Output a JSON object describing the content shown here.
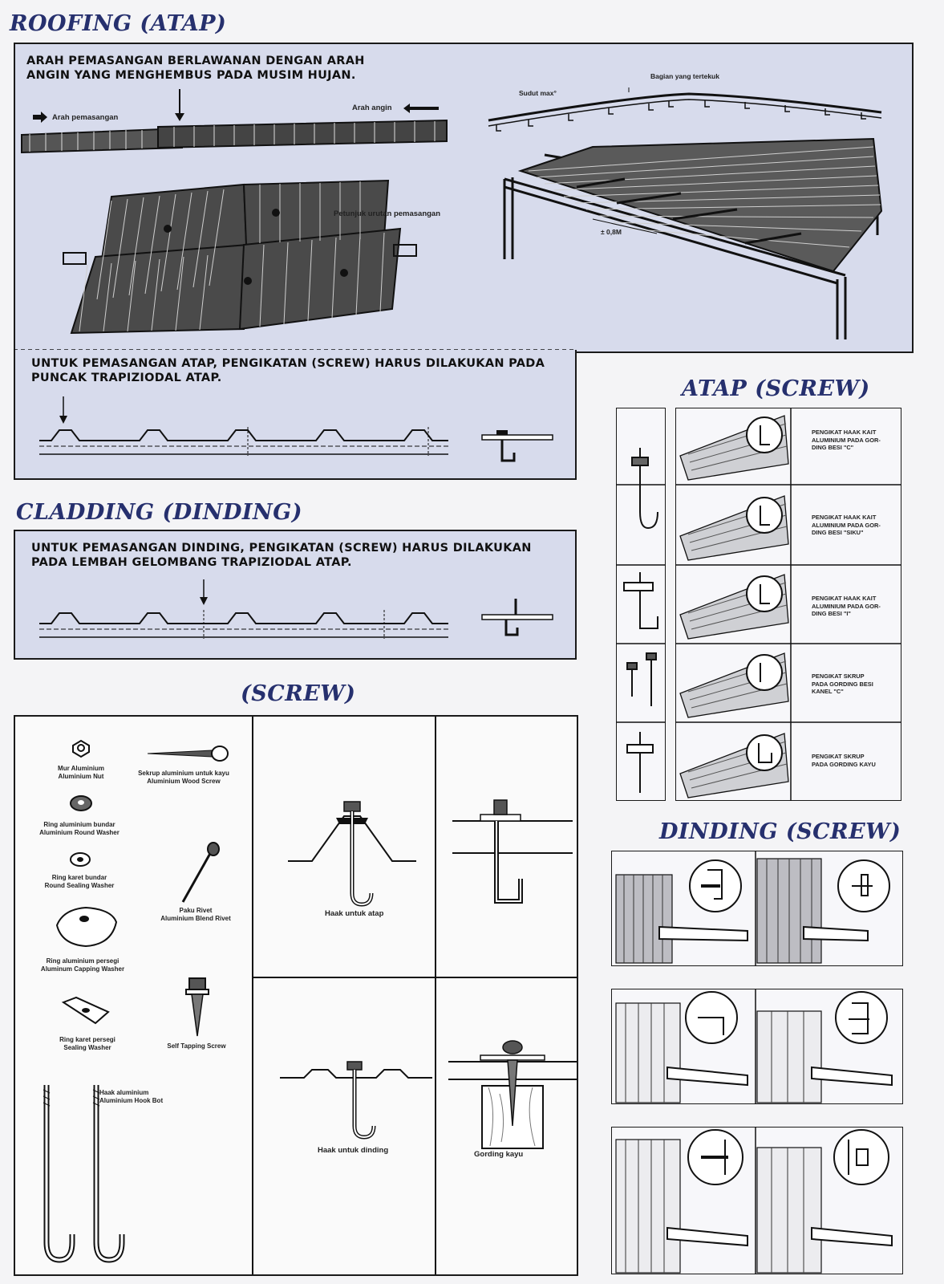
{
  "headings": {
    "roofing": "ROOFING (ATAP)",
    "cladding": "CLADDING (DINDING)",
    "screw": "(SCREW)",
    "atap_screw": "ATAP (SCREW)",
    "dinding_screw": "DINDING (SCREW)"
  },
  "roofing": {
    "instruction_1": "ARAH PEMASANGAN BERLAWANAN DENGAN ARAH",
    "instruction_2": "ANGIN YANG MENGHEMBUS PADA MUSIM HUJAN.",
    "arah_pemasangan": "Arah pemasangan",
    "arah_angin": "Arah angin",
    "petunjuk": "Petunjuk urutan pemasangan",
    "sudut_max": "Sudut max°",
    "bagian_tertekuk": "Bagian yang tertekuk",
    "spacing": "± 0,8M",
    "screw_note_1": "UNTUK PEMASANGAN ATAP, PENGIKATAN (SCREW) HARUS DILAKUKAN PADA",
    "screw_note_2": "PUNCAK TRAPIZIODAL ATAP."
  },
  "cladding": {
    "note_1": "UNTUK PEMASANGAN DINDING, PENGIKATAN (SCREW) HARUS DILAKUKAN",
    "note_2": "PADA LEMBAH GELOMBANG TRAPIZIODAL ATAP."
  },
  "screw": {
    "parts": [
      {
        "line1": "Mur Aluminium",
        "line2": "Aluminium Nut"
      },
      {
        "line1": "Sekrup aluminium untuk  kayu",
        "line2": "Aluminium Wood Screw"
      },
      {
        "line1": "Ring aluminium bundar",
        "line2": "Aluminium Round Washer"
      },
      {
        "line1": "Ring karet bundar",
        "line2": "Round Sealing Washer"
      },
      {
        "line1": "Paku Rivet",
        "line2": "Aluminium Blend Rivet"
      },
      {
        "line1": "Ring aluminium persegi",
        "line2": "Aluminum Capping Washer"
      },
      {
        "line1": "Ring karet persegi",
        "line2": "Sealing Washer"
      },
      {
        "line1": "Self Tapping Screw",
        "line2": ""
      },
      {
        "line1": "Haak aluminium",
        "line2": "Aluminium Hook Bot"
      }
    ],
    "haak_atap": "Haak untuk atap",
    "haak_dinding": "Haak untuk dinding",
    "gording_kayu": "Gording kayu"
  },
  "atap_screw": {
    "rows": [
      {
        "l1": "PENGIKAT HAAK KAIT",
        "l2": "ALUMINIUM PADA GOR-",
        "l3": "DING BESI \"C\""
      },
      {
        "l1": "PENGIKAT HAAK KAIT",
        "l2": "ALUMINIUM PADA GOR-",
        "l3": "DING BESI \"SIKU\""
      },
      {
        "l1": "PENGIKAT HAAK KAIT",
        "l2": "ALUMINIUM PADA GOR-",
        "l3": "DING BESI \"I\""
      },
      {
        "l1": "PENGIKAT SKRUP",
        "l2": "PADA GORDING BESI",
        "l3": "KANEL \"C\""
      },
      {
        "l1": "PENGIKAT SKRUP",
        "l2": "PADA GORDING KAYU",
        "l3": ""
      }
    ]
  },
  "colors": {
    "heading": "#26306e",
    "panel": "#d7dbec",
    "line": "#1a1a1a"
  }
}
